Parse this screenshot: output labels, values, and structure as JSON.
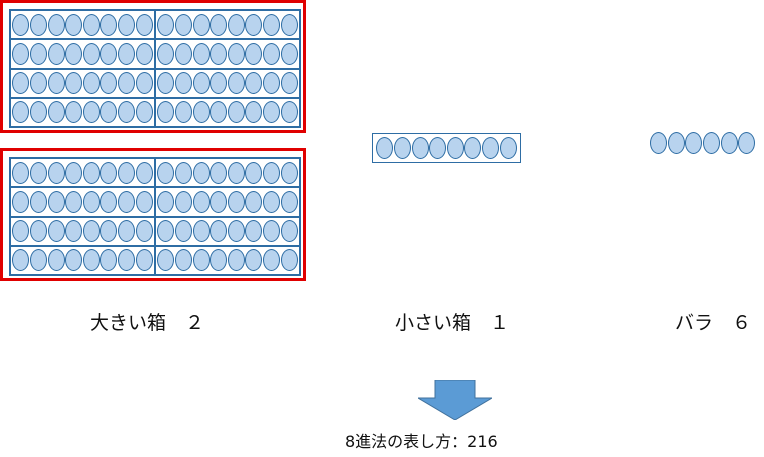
{
  "large_box": {
    "label": "大きい箱　２"
  },
  "small_box": {
    "label": "小さい箱　１"
  },
  "loose": {
    "label": "バラ　６"
  },
  "result": {
    "text": "8進法の表し方：216"
  },
  "colors": {
    "bead_fill": "#b8d3ee",
    "outline": "#2e6da4",
    "highlight": "#e00000",
    "arrow": "#5b9bd5"
  }
}
